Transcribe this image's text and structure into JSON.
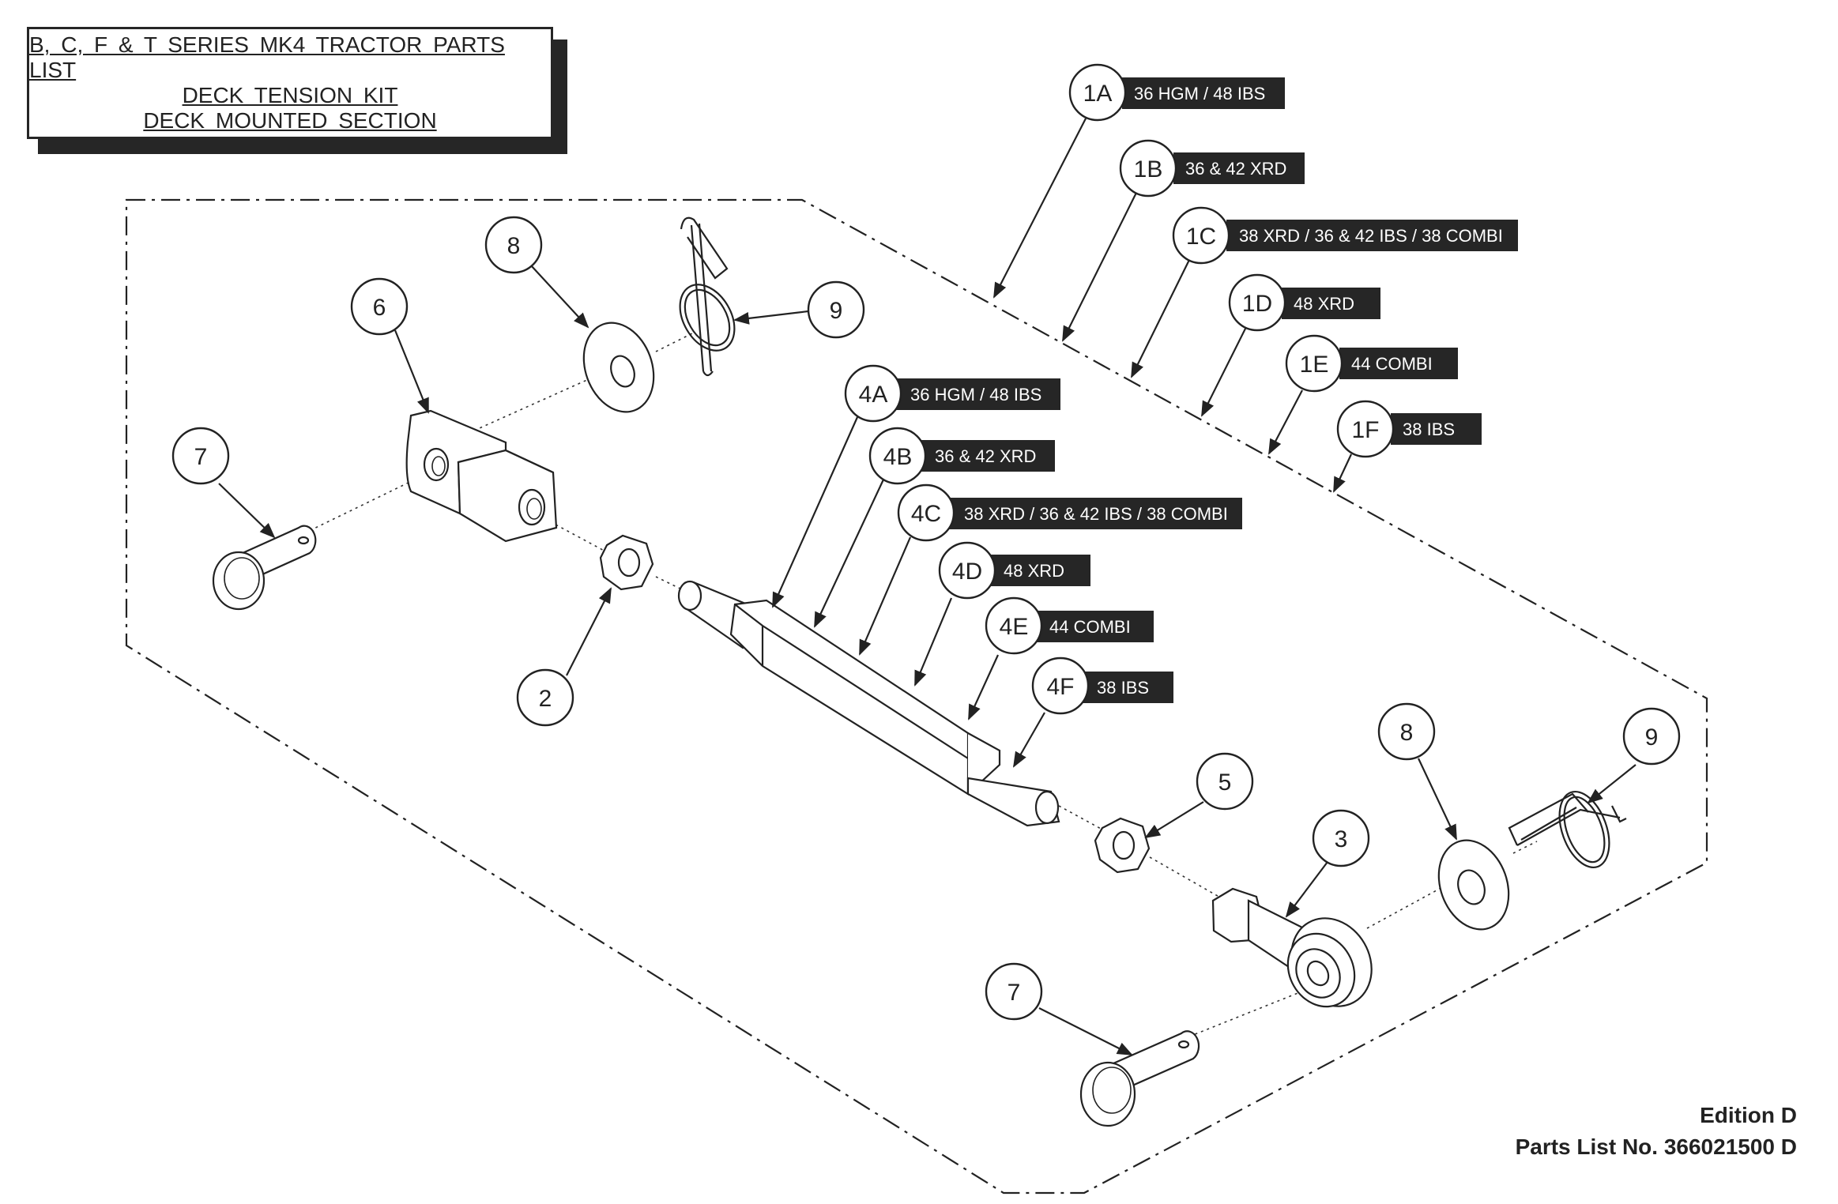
{
  "title": {
    "line1": "B, C, F & T SERIES MK4 TRACTOR PARTS LIST",
    "line2": "DECK TENSION KIT",
    "line3": "DECK MOUNTED SECTION"
  },
  "footer": {
    "edition": "Edition D",
    "parts_list": "Parts List No. 366021500 D"
  },
  "callouts": {
    "c1A": {
      "num": "1A",
      "label": "36 HGM / 48 IBS"
    },
    "c1B": {
      "num": "1B",
      "label": "36 & 42 XRD"
    },
    "c1C": {
      "num": "1C",
      "label": "38 XRD / 36 & 42 IBS / 38 COMBI"
    },
    "c1D": {
      "num": "1D",
      "label": "48 XRD"
    },
    "c1E": {
      "num": "1E",
      "label": "44 COMBI"
    },
    "c1F": {
      "num": "1F",
      "label": "38 IBS"
    },
    "c4A": {
      "num": "4A",
      "label": "36 HGM / 48 IBS"
    },
    "c4B": {
      "num": "4B",
      "label": "36 & 42 XRD"
    },
    "c4C": {
      "num": "4C",
      "label": "38 XRD / 36 & 42 IBS / 38 COMBI"
    },
    "c4D": {
      "num": "4D",
      "label": "48 XRD"
    },
    "c4E": {
      "num": "4E",
      "label": "44 COMBI"
    },
    "c4F": {
      "num": "4F",
      "label": "38 IBS"
    },
    "c2": {
      "num": "2"
    },
    "c3": {
      "num": "3"
    },
    "c5": {
      "num": "5"
    },
    "c6": {
      "num": "6"
    },
    "c7a": {
      "num": "7"
    },
    "c7b": {
      "num": "7"
    },
    "c8a": {
      "num": "8"
    },
    "c8b": {
      "num": "8"
    },
    "c9a": {
      "num": "9"
    },
    "c9b": {
      "num": "9"
    }
  },
  "colors": {
    "ink": "#222222",
    "label_bg": "#262626",
    "label_text": "#ffffff"
  }
}
